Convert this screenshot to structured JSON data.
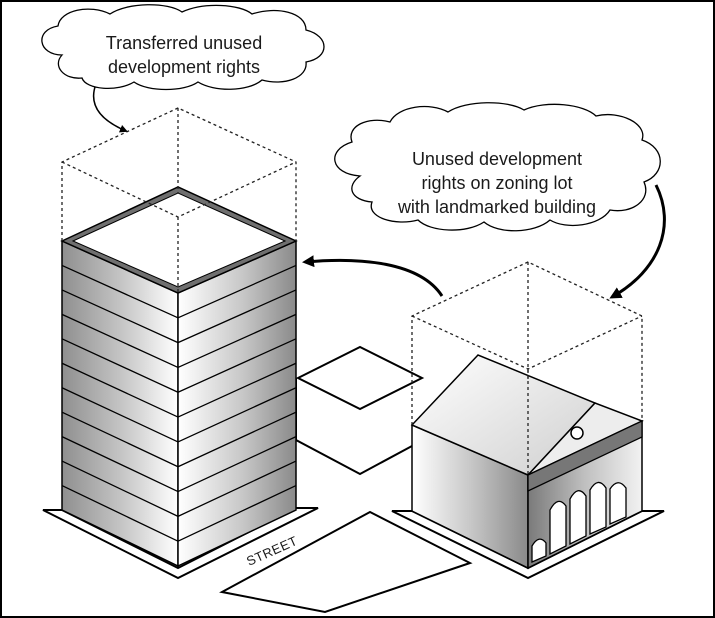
{
  "callouts": {
    "transferred": {
      "line1": "Transferred unused",
      "line2": "development rights"
    },
    "unused": {
      "line1": "Unused development",
      "line2": "rights on zoning lot",
      "line3": "with landmarked building"
    }
  },
  "street_label": "STREET",
  "colors": {
    "outline": "#000000",
    "dotted": "#222222",
    "background": "#ffffff"
  }
}
